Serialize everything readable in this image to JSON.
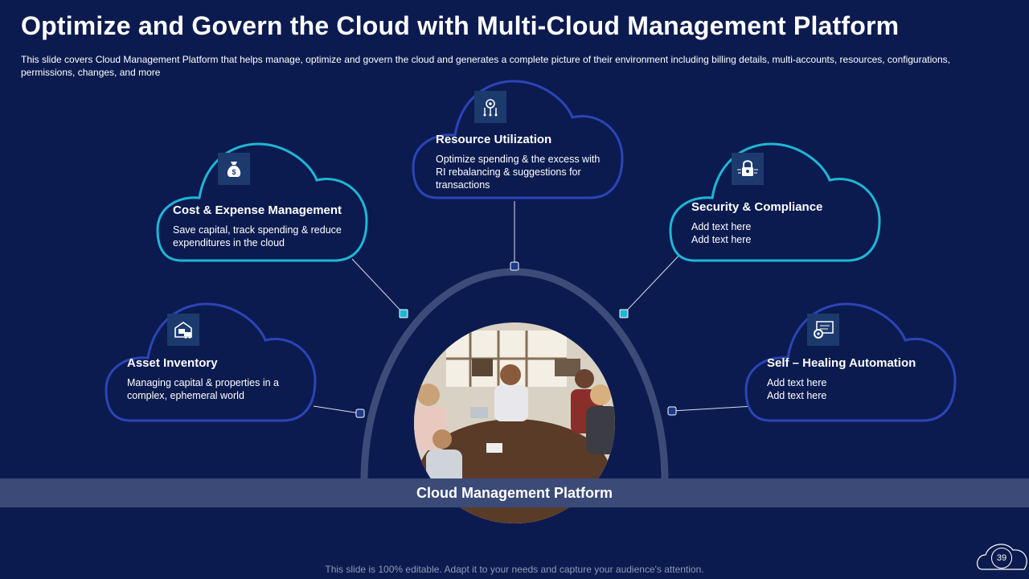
{
  "title": "Optimize and Govern the Cloud with Multi-Cloud Management Platform",
  "subtitle": "This slide covers Cloud Management Platform that helps manage, optimize and govern the cloud and generates a complete picture of their environment including billing details, multi-accounts, resources, configurations, permissions, changes, and more",
  "clouds": {
    "resource": {
      "title": "Resource Utilization",
      "body": "Optimize spending & the excess with RI rebalancing & suggestions for transactions",
      "icon": "gear-circuit-icon"
    },
    "cost": {
      "title": "Cost & Expense Management",
      "body": "Save capital, track spending & reduce expenditures in the cloud",
      "icon": "money-bag-icon"
    },
    "security": {
      "title": "Security & Compliance",
      "body": "Add text here\nAdd text here",
      "icon": "padlock-icon"
    },
    "asset": {
      "title": "Asset Inventory",
      "body": "Managing capital & properties in a complex, ephemeral world",
      "icon": "warehouse-truck-icon"
    },
    "selfheal": {
      "title": "Self – Healing Automation",
      "body": "Add text here\nAdd text here",
      "icon": "monitor-gear-icon"
    }
  },
  "platform_label": "Cloud Management Platform",
  "footer": "This slide is 100% editable. Adapt it to your needs and capture your audience's attention.",
  "page_number": "39",
  "colors": {
    "background": "#0c1b4f",
    "cyan_outline": "#1fb6d6",
    "blue_outline": "#2a45b8",
    "bar": "#3b4a76",
    "arc": "#3d4b78"
  }
}
